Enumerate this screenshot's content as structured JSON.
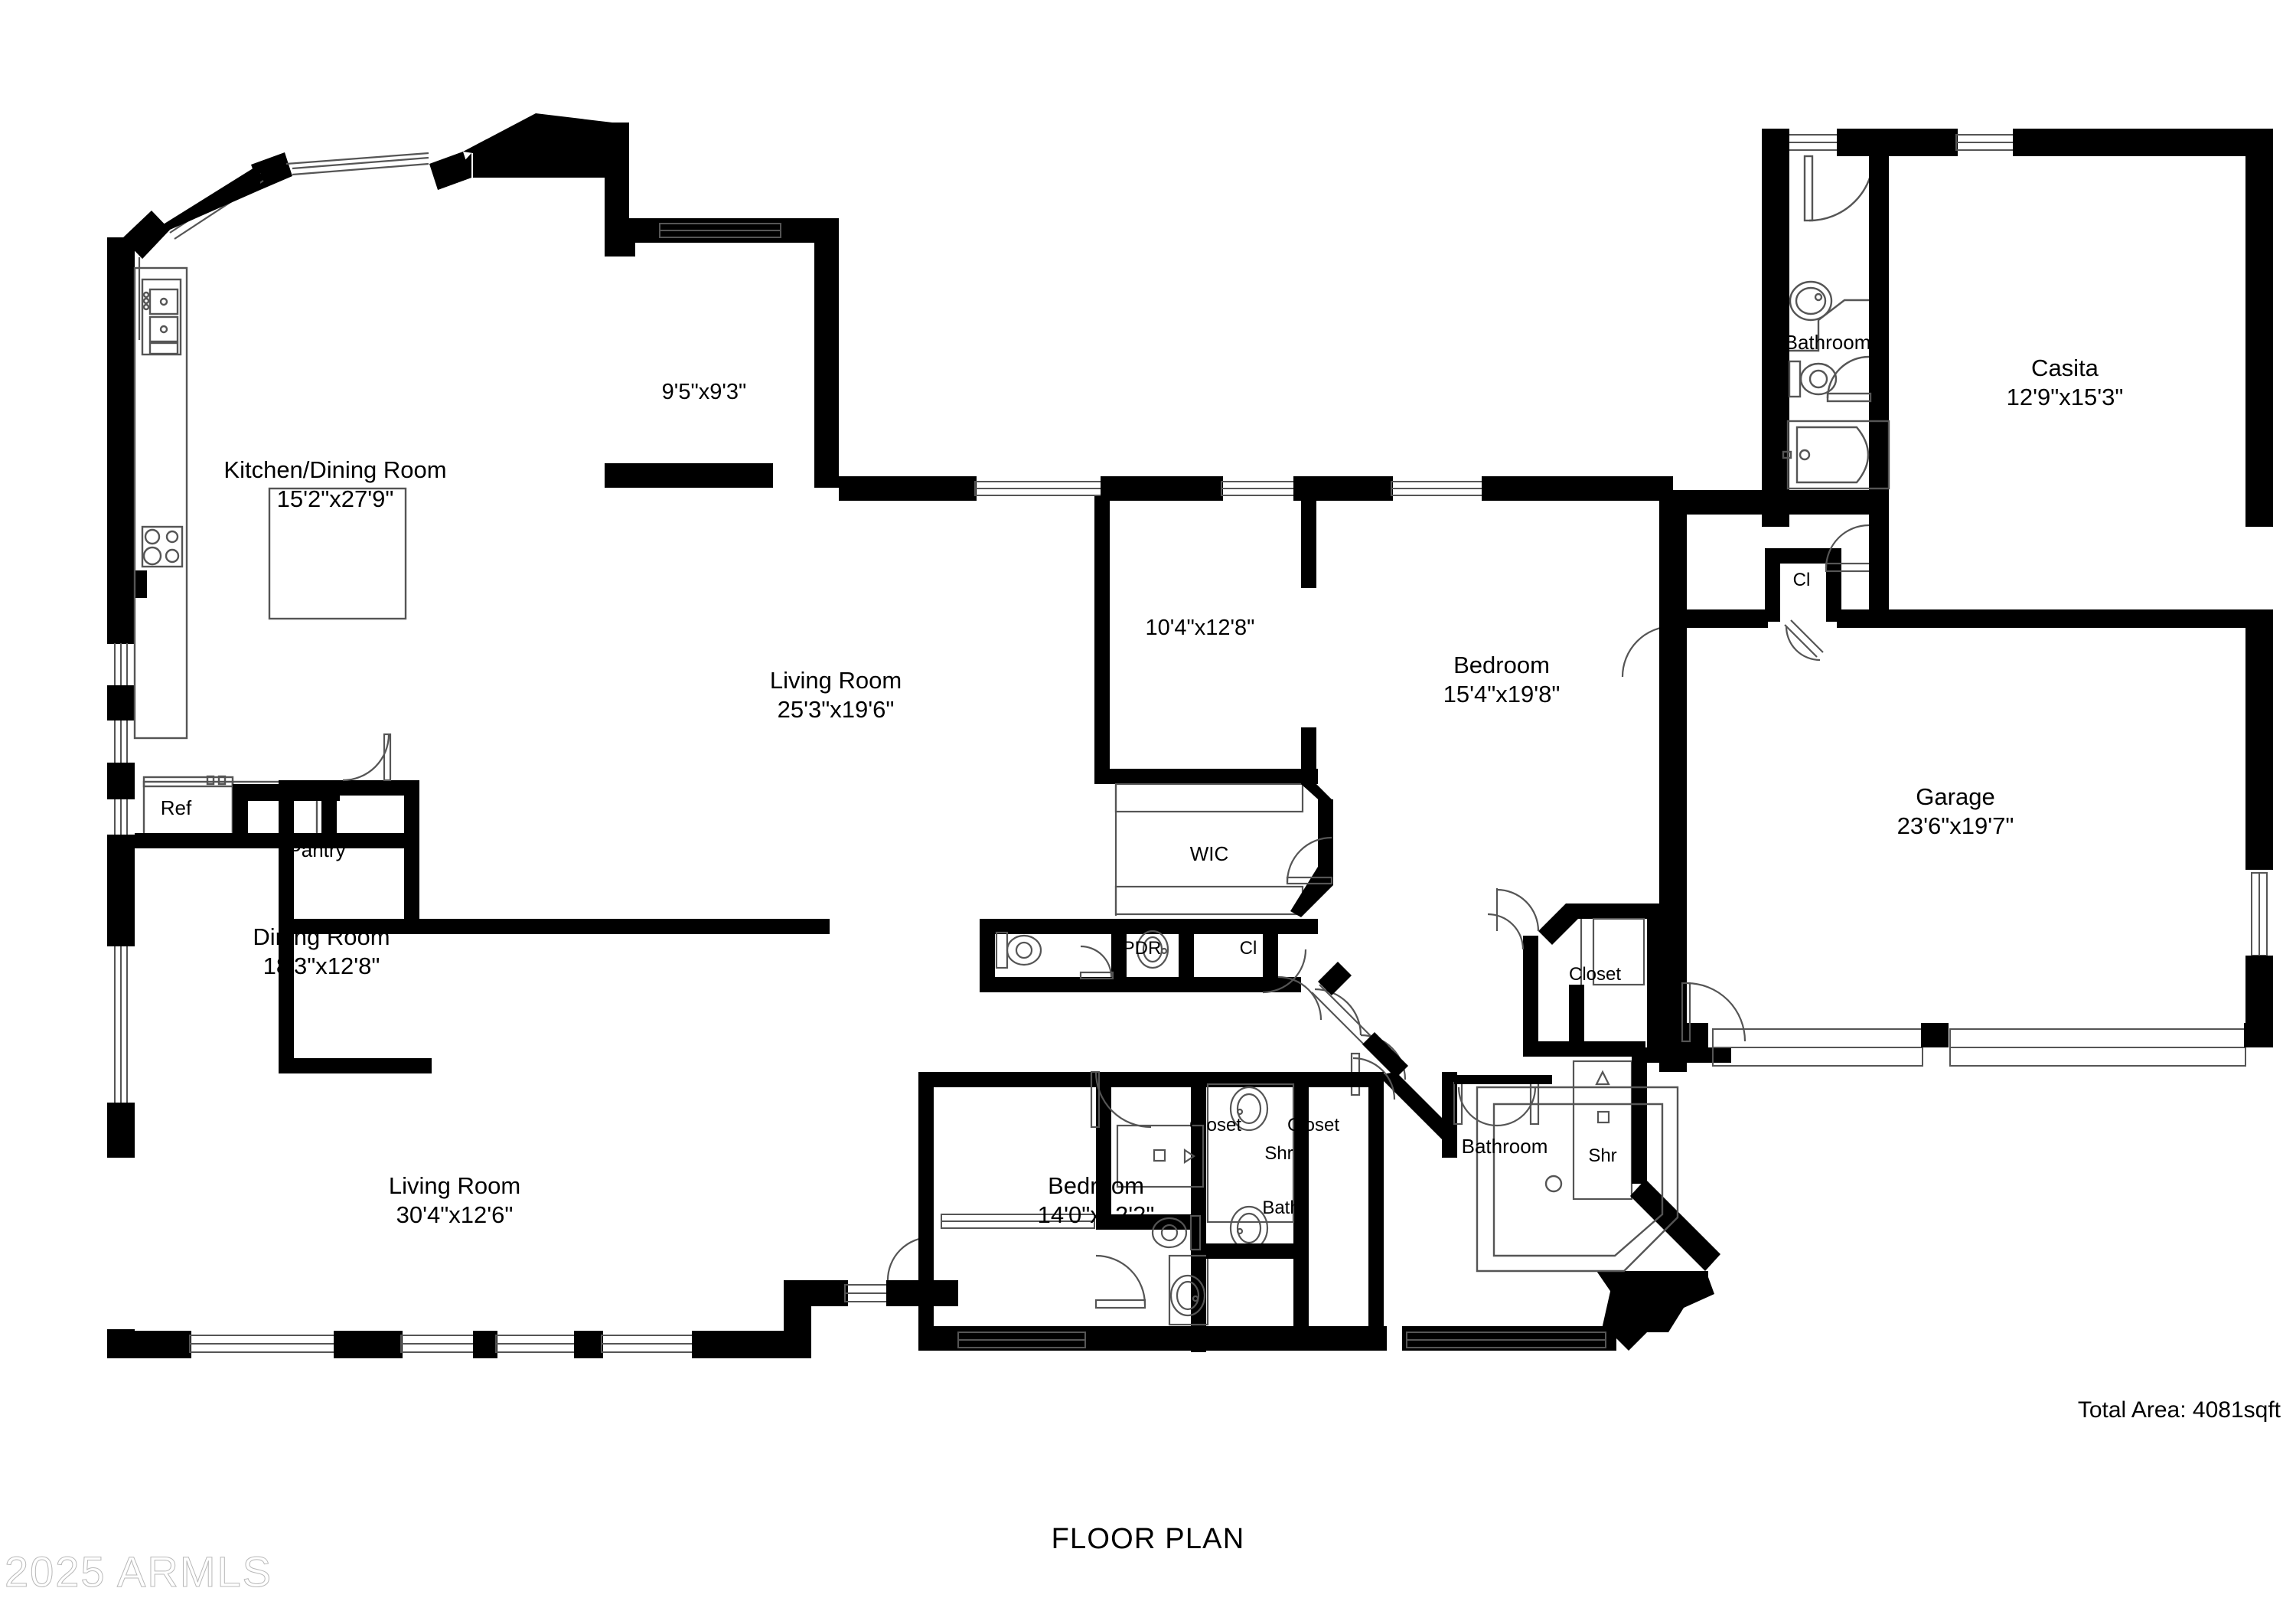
{
  "document": {
    "title": "FLOOR PLAN",
    "total_area": "Total Area: 4081sqft",
    "watermark": "2025 ARMLS"
  },
  "colors": {
    "wall": "#000000",
    "fixture_line": "#5a5a5a",
    "background": "#ffffff",
    "watermark": "#cfcfcf"
  },
  "rooms": [
    {
      "id": "kitchen_dining",
      "name": "Kitchen/Dining Room",
      "dimensions": "15'2\"x27'9\""
    },
    {
      "id": "room_95x93",
      "name": "",
      "dimensions": "9'5\"x9'3\""
    },
    {
      "id": "living_room_1",
      "name": "Living Room",
      "dimensions": "25'3\"x19'6\""
    },
    {
      "id": "dining_room",
      "name": "Dining Room",
      "dimensions": "18'3\"x12'8\""
    },
    {
      "id": "living_room_2",
      "name": "Living Room",
      "dimensions": "30'4\"x12'6\""
    },
    {
      "id": "room_104x128",
      "name": "",
      "dimensions": "10'4\"x12'8\""
    },
    {
      "id": "bedroom_master",
      "name": "Bedroom",
      "dimensions": "15'4\"x19'8\""
    },
    {
      "id": "bedroom_2",
      "name": "Bedroom",
      "dimensions": "14'0\"x12'2\""
    },
    {
      "id": "casita",
      "name": "Casita",
      "dimensions": "12'9\"x15'3\""
    },
    {
      "id": "garage",
      "name": "Garage",
      "dimensions": "23'6\"x19'7\""
    }
  ],
  "small_spaces": [
    {
      "id": "pantry",
      "label": "Pantry"
    },
    {
      "id": "ref",
      "label": "Ref"
    },
    {
      "id": "wic",
      "label": "WIC"
    },
    {
      "id": "pdr",
      "label": "PDR"
    },
    {
      "id": "closet_cl_hall",
      "label": "Cl"
    },
    {
      "id": "closet_cl_casita",
      "label": "Cl"
    },
    {
      "id": "bathroom_casita",
      "label": "Bathroom"
    },
    {
      "id": "bathroom_master",
      "label": "Bathroom"
    },
    {
      "id": "closet_left",
      "label": "Closet"
    },
    {
      "id": "closet_right",
      "label": "Closet"
    },
    {
      "id": "closet_garage",
      "label": "Closet"
    },
    {
      "id": "shower_hall",
      "label": "Shr"
    },
    {
      "id": "shower_master",
      "label": "Shr"
    },
    {
      "id": "bath_hall",
      "label": "Bath"
    }
  ],
  "labels": {
    "kitchen_dining_name": "Kitchen/Dining Room",
    "kitchen_dining_dim": "15'2\"x27'9\"",
    "room_95x93_dim": "9'5\"x9'3\"",
    "living_room_1_name": "Living Room",
    "living_room_1_dim": "25'3\"x19'6\"",
    "dining_room_name": "Dining Room",
    "dining_room_dim": "18'3\"x12'8\"",
    "living_room_2_name": "Living Room",
    "living_room_2_dim": "30'4\"x12'6\"",
    "room_104x128_dim": "10'4\"x12'8\"",
    "bedroom_master_name": "Bedroom",
    "bedroom_master_dim": "15'4\"x19'8\"",
    "bedroom_2_name": "Bedroom",
    "bedroom_2_dim": "14'0\"x12'2\"",
    "casita_name": "Casita",
    "casita_dim": "12'9\"x15'3\"",
    "garage_name": "Garage",
    "garage_dim": "23'6\"x19'7\"",
    "pantry": "Pantry",
    "ref": "Ref",
    "wic": "WIC",
    "pdr": "PDR",
    "cl_hall": "Cl",
    "cl_casita": "Cl",
    "bathroom_casita": "Bathroom",
    "bathroom_master": "Bathroom",
    "closet_left": "Closet",
    "closet_right": "Closet",
    "closet_garage": "Closet",
    "shr_hall": "Shr",
    "shr_master": "Shr",
    "bath_hall": "Bath"
  }
}
